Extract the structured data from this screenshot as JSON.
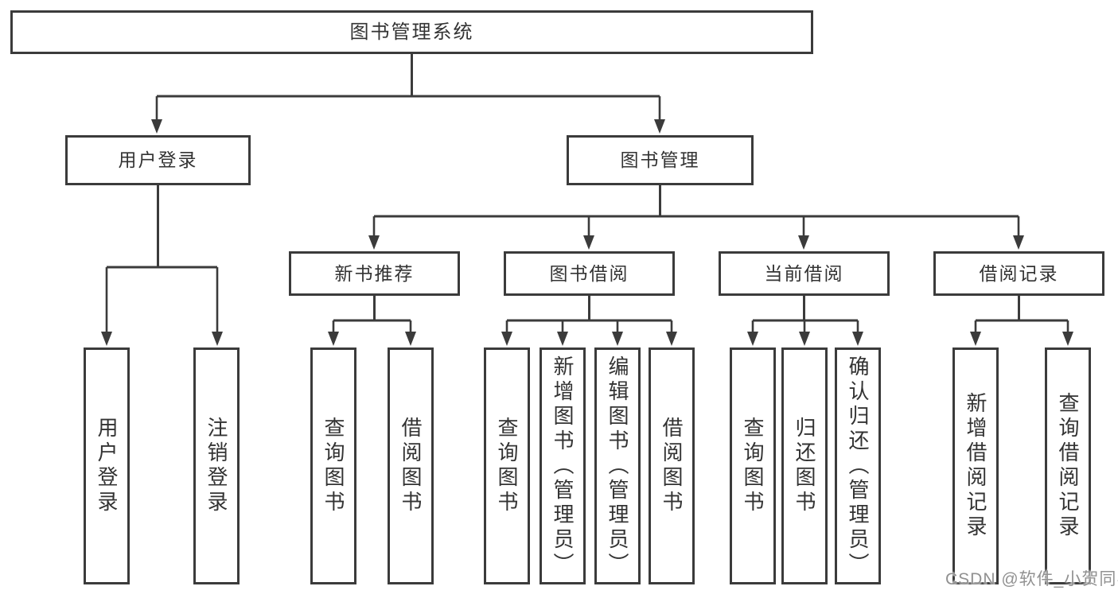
{
  "diagram": {
    "root": {
      "label": "图书管理系统"
    },
    "level2": [
      {
        "id": "user-login",
        "label": "用户登录"
      },
      {
        "id": "book-management",
        "label": "图书管理"
      }
    ],
    "level3": [
      {
        "id": "new-book-recommend",
        "label": "新书推荐"
      },
      {
        "id": "book-borrowing",
        "label": "图书借阅"
      },
      {
        "id": "current-borrowing",
        "label": "当前借阅"
      },
      {
        "id": "borrowing-records",
        "label": "借阅记录"
      }
    ],
    "leaves": {
      "user_login": [
        "用户登录",
        "注销登录"
      ],
      "new_book_recommend": [
        "查询图书",
        "借阅图书"
      ],
      "book_borrowing": [
        "查询图书",
        "新增图书（管理员）",
        "编辑图书（管理员）",
        "借阅图书"
      ],
      "current_borrowing": [
        "查询图书",
        "归还图书",
        "确认归还（管理员）"
      ],
      "borrowing_records": [
        "新增借阅记录",
        "查询借阅记录"
      ]
    }
  },
  "watermark": {
    "text": "CSDN @软件_小贺同学"
  },
  "colors": {
    "box_border": "#3b3b3b",
    "connector_line": "#3b3b3b",
    "text": "#333333",
    "watermark": "#919191",
    "background": "#ffffff"
  }
}
